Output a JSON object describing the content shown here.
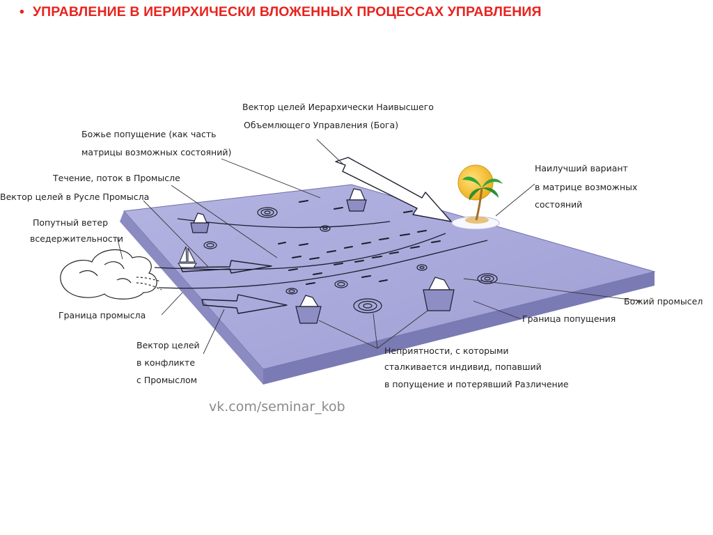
{
  "slide": {
    "bullet": "•",
    "title": "УПРАВЛЕНИЕ В ИЕРИРХИЧЕСКИ ВЛОЖЕННЫХ ПРОЦЕССАХ УПРАВЛЕНИЯ"
  },
  "diagram": {
    "labels": {
      "vector_highest_1": "Вектор целей Иерархически Наивысшего",
      "vector_highest_2": "Объемлющего Управления (Бога)",
      "permission_matrix_1": "Божье попущение (как часть",
      "permission_matrix_2": "матрицы возможных состояний)",
      "current_flow": "Течение, поток в Промысле",
      "vector_in_channel": "Вектор целей в Русле Промысла",
      "tailwind_1": "Попутный ветер",
      "tailwind_2": "вседержительности",
      "best_option_1": "Наилучший вариант",
      "best_option_2": "в матрице возможных",
      "best_option_3": "состояний",
      "gods_providence": "Божий промысел",
      "border_providence": "Граница промысла",
      "border_permission": "Граница попущения",
      "vector_conflict_1": "Вектор целей",
      "vector_conflict_2": "в конфликте",
      "vector_conflict_3": "с Промыслом",
      "troubles_1": "Неприятности, с которыми",
      "troubles_2": "сталкивается индивид, попавший",
      "troubles_3": "в попущение и потерявший Различение"
    },
    "watermark": "vk.com/seminar_kob",
    "colors": {
      "plane_top": "#a9a9da",
      "plane_edge": "#8f8fc4",
      "plane_edge_dark": "#7b7bb5",
      "title_red": "#e8231e",
      "sun": "#f5c430",
      "palm": "#35a43a",
      "island": "#e8c27a"
    }
  }
}
